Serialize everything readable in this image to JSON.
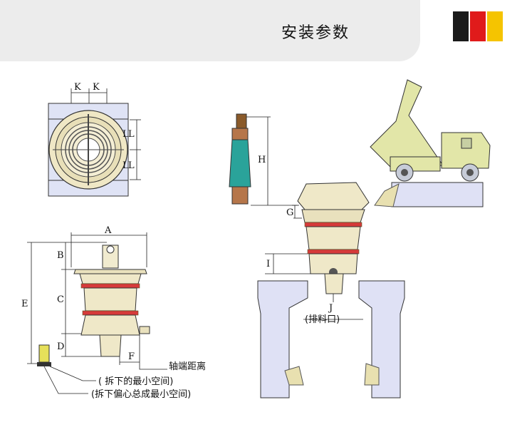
{
  "header": {
    "title": "安装参数",
    "flag_colors": [
      "#1a1a1a",
      "#e01b1b",
      "#f5c400"
    ]
  },
  "top_view": {
    "dim_labels": [
      "K",
      "K",
      "L",
      "L",
      "L",
      "L"
    ]
  },
  "side_view": {
    "dim_labels": {
      "a": "A",
      "b": "B",
      "c": "C",
      "d": "D",
      "e": "E",
      "f": "F"
    }
  },
  "shaft": {
    "dim_label": "H"
  },
  "install_view": {
    "dim_labels": {
      "g": "G",
      "i": "I",
      "j": "J"
    },
    "discharge_label": "(排料口)"
  },
  "annotations": {
    "shaft_end_distance": "轴端距离",
    "min_space_removal": "(  拆下的最小空间)",
    "min_space_eccentric": "(拆下偏心总成最小空间)"
  }
}
